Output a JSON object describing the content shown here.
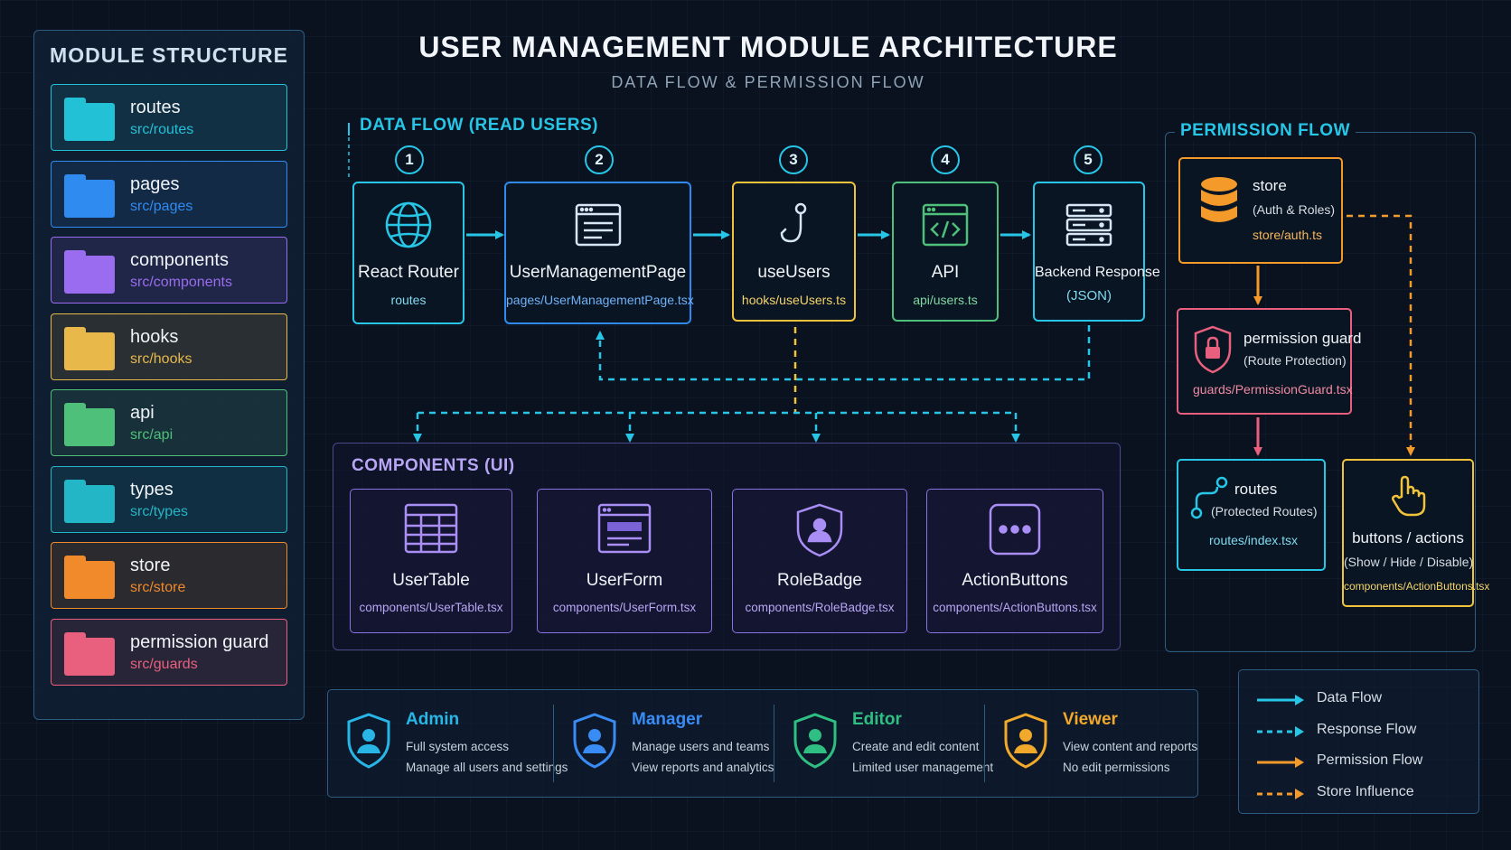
{
  "header": {
    "title": "USER MANAGEMENT MODULE ARCHITECTURE",
    "subtitle": "DATA FLOW & PERMISSION FLOW"
  },
  "sidebar": {
    "title": "MODULE STRUCTURE",
    "items": [
      {
        "name": "routes",
        "path": "src/routes",
        "color": "#22c1d6"
      },
      {
        "name": "pages",
        "path": "src/pages",
        "color": "#2f8bf0"
      },
      {
        "name": "components",
        "path": "src/components",
        "color": "#9a6cf0"
      },
      {
        "name": "hooks",
        "path": "src/hooks",
        "color": "#e8b84a"
      },
      {
        "name": "api",
        "path": "src/api",
        "color": "#4fc07a"
      },
      {
        "name": "types",
        "path": "src/types",
        "color": "#22b6c6"
      },
      {
        "name": "store",
        "path": "src/store",
        "color": "#f08a2a"
      },
      {
        "name": "permission guard",
        "path": "src/guards",
        "color": "#e8607e"
      }
    ]
  },
  "data_flow": {
    "label": "DATA FLOW  (READ USERS)",
    "steps": [
      {
        "number": "1",
        "name": "React Router",
        "path": "routes",
        "color": "#27c6e6",
        "icon": "globe-icon"
      },
      {
        "number": "2",
        "name": "UserManagementPage",
        "path": "pages/UserManagementPage.tsx",
        "color": "#2f8bf0",
        "icon": "browser-window-icon"
      },
      {
        "number": "3",
        "name": "useUsers",
        "path": "hooks/useUsers.ts",
        "color": "#f0c33a",
        "icon": "hook-icon"
      },
      {
        "number": "4",
        "name": "API",
        "path": "api/users.ts",
        "color": "#4fc07a",
        "icon": "code-window-icon"
      },
      {
        "number": "5",
        "name": "Backend Response",
        "path": "(JSON)",
        "color": "#27c6e6",
        "icon": "server-icon"
      }
    ]
  },
  "components": {
    "label": "COMPONENTS  (UI)",
    "items": [
      {
        "name": "UserTable",
        "path": "components/UserTable.tsx",
        "icon": "table-icon"
      },
      {
        "name": "UserForm",
        "path": "components/UserForm.tsx",
        "icon": "form-icon"
      },
      {
        "name": "RoleBadge",
        "path": "components/RoleBadge.tsx",
        "icon": "shield-user-icon"
      },
      {
        "name": "ActionButtons",
        "path": "components/ActionButtons.tsx",
        "icon": "dots-icon"
      }
    ]
  },
  "permission_flow": {
    "label": "PERMISSION FLOW",
    "store": {
      "name": "store",
      "sub": "(Auth & Roles)",
      "path": "store/auth.ts",
      "color": "#f39a2a",
      "icon": "database-icon"
    },
    "guard": {
      "name": "permission guard",
      "sub": "(Route Protection)",
      "path": "guards/PermissionGuard.tsx",
      "color": "#e8607e",
      "icon": "lock-shield-icon"
    },
    "routes": {
      "name": "routes",
      "sub": "(Protected Routes)",
      "path": "routes/index.tsx",
      "color": "#27c6e6",
      "icon": "route-icon"
    },
    "actions": {
      "name": "buttons / actions",
      "sub": "(Show / Hide / Disable)",
      "path": "components/ActionButtons.tsx",
      "color": "#f0c33a",
      "icon": "pointer-hand-icon"
    }
  },
  "roles": [
    {
      "name": "Admin",
      "line1": "Full system access",
      "line2": "Manage all users and settings",
      "color": "#27b6e6"
    },
    {
      "name": "Manager",
      "line1": "Manage users and teams",
      "line2": "View reports and analytics",
      "color": "#3a8cf5"
    },
    {
      "name": "Editor",
      "line1": "Create and edit content",
      "line2": "Limited user management",
      "color": "#2fbf82"
    },
    {
      "name": "Viewer",
      "line1": "View content and reports",
      "line2": "No edit permissions",
      "color": "#f0a92a"
    }
  ],
  "legend": [
    {
      "label": "Data Flow",
      "color": "#27c6e6",
      "style": "solid"
    },
    {
      "label": "Response Flow",
      "color": "#27c6e6",
      "style": "dashed"
    },
    {
      "label": "Permission Flow",
      "color": "#f39a2a",
      "style": "solid"
    },
    {
      "label": "Store Influence",
      "color": "#f39a2a",
      "style": "dashed"
    }
  ]
}
